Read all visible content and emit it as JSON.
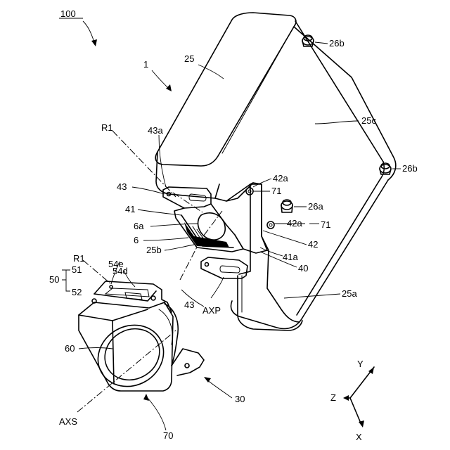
{
  "figure": {
    "labels": {
      "l100": "100",
      "l1": "1",
      "l25": "25",
      "l26b_top": "26b",
      "l25c": "25c",
      "l26b_right": "26b",
      "lR1_top": "R1",
      "l43a": "43a",
      "l43_top": "43",
      "l42a_top": "42a",
      "l71_top": "71",
      "l41": "41",
      "l26a": "26a",
      "l6a": "6a",
      "l42a_bottom": "42a",
      "l71_bottom": "71",
      "l6": "6",
      "l42": "42",
      "l25b": "25b",
      "l41a": "41a",
      "lR1_left": "R1",
      "l54e": "54e",
      "l50": "50",
      "l51": "51",
      "l54d": "54d",
      "l40": "40",
      "l52": "52",
      "l43_bottom": "43",
      "l25a": "25a",
      "lAXP": "AXP",
      "l60": "60",
      "lY": "Y",
      "lZ": "Z",
      "lAXS": "AXS",
      "l30": "30",
      "l70": "70",
      "lX": "X"
    }
  }
}
